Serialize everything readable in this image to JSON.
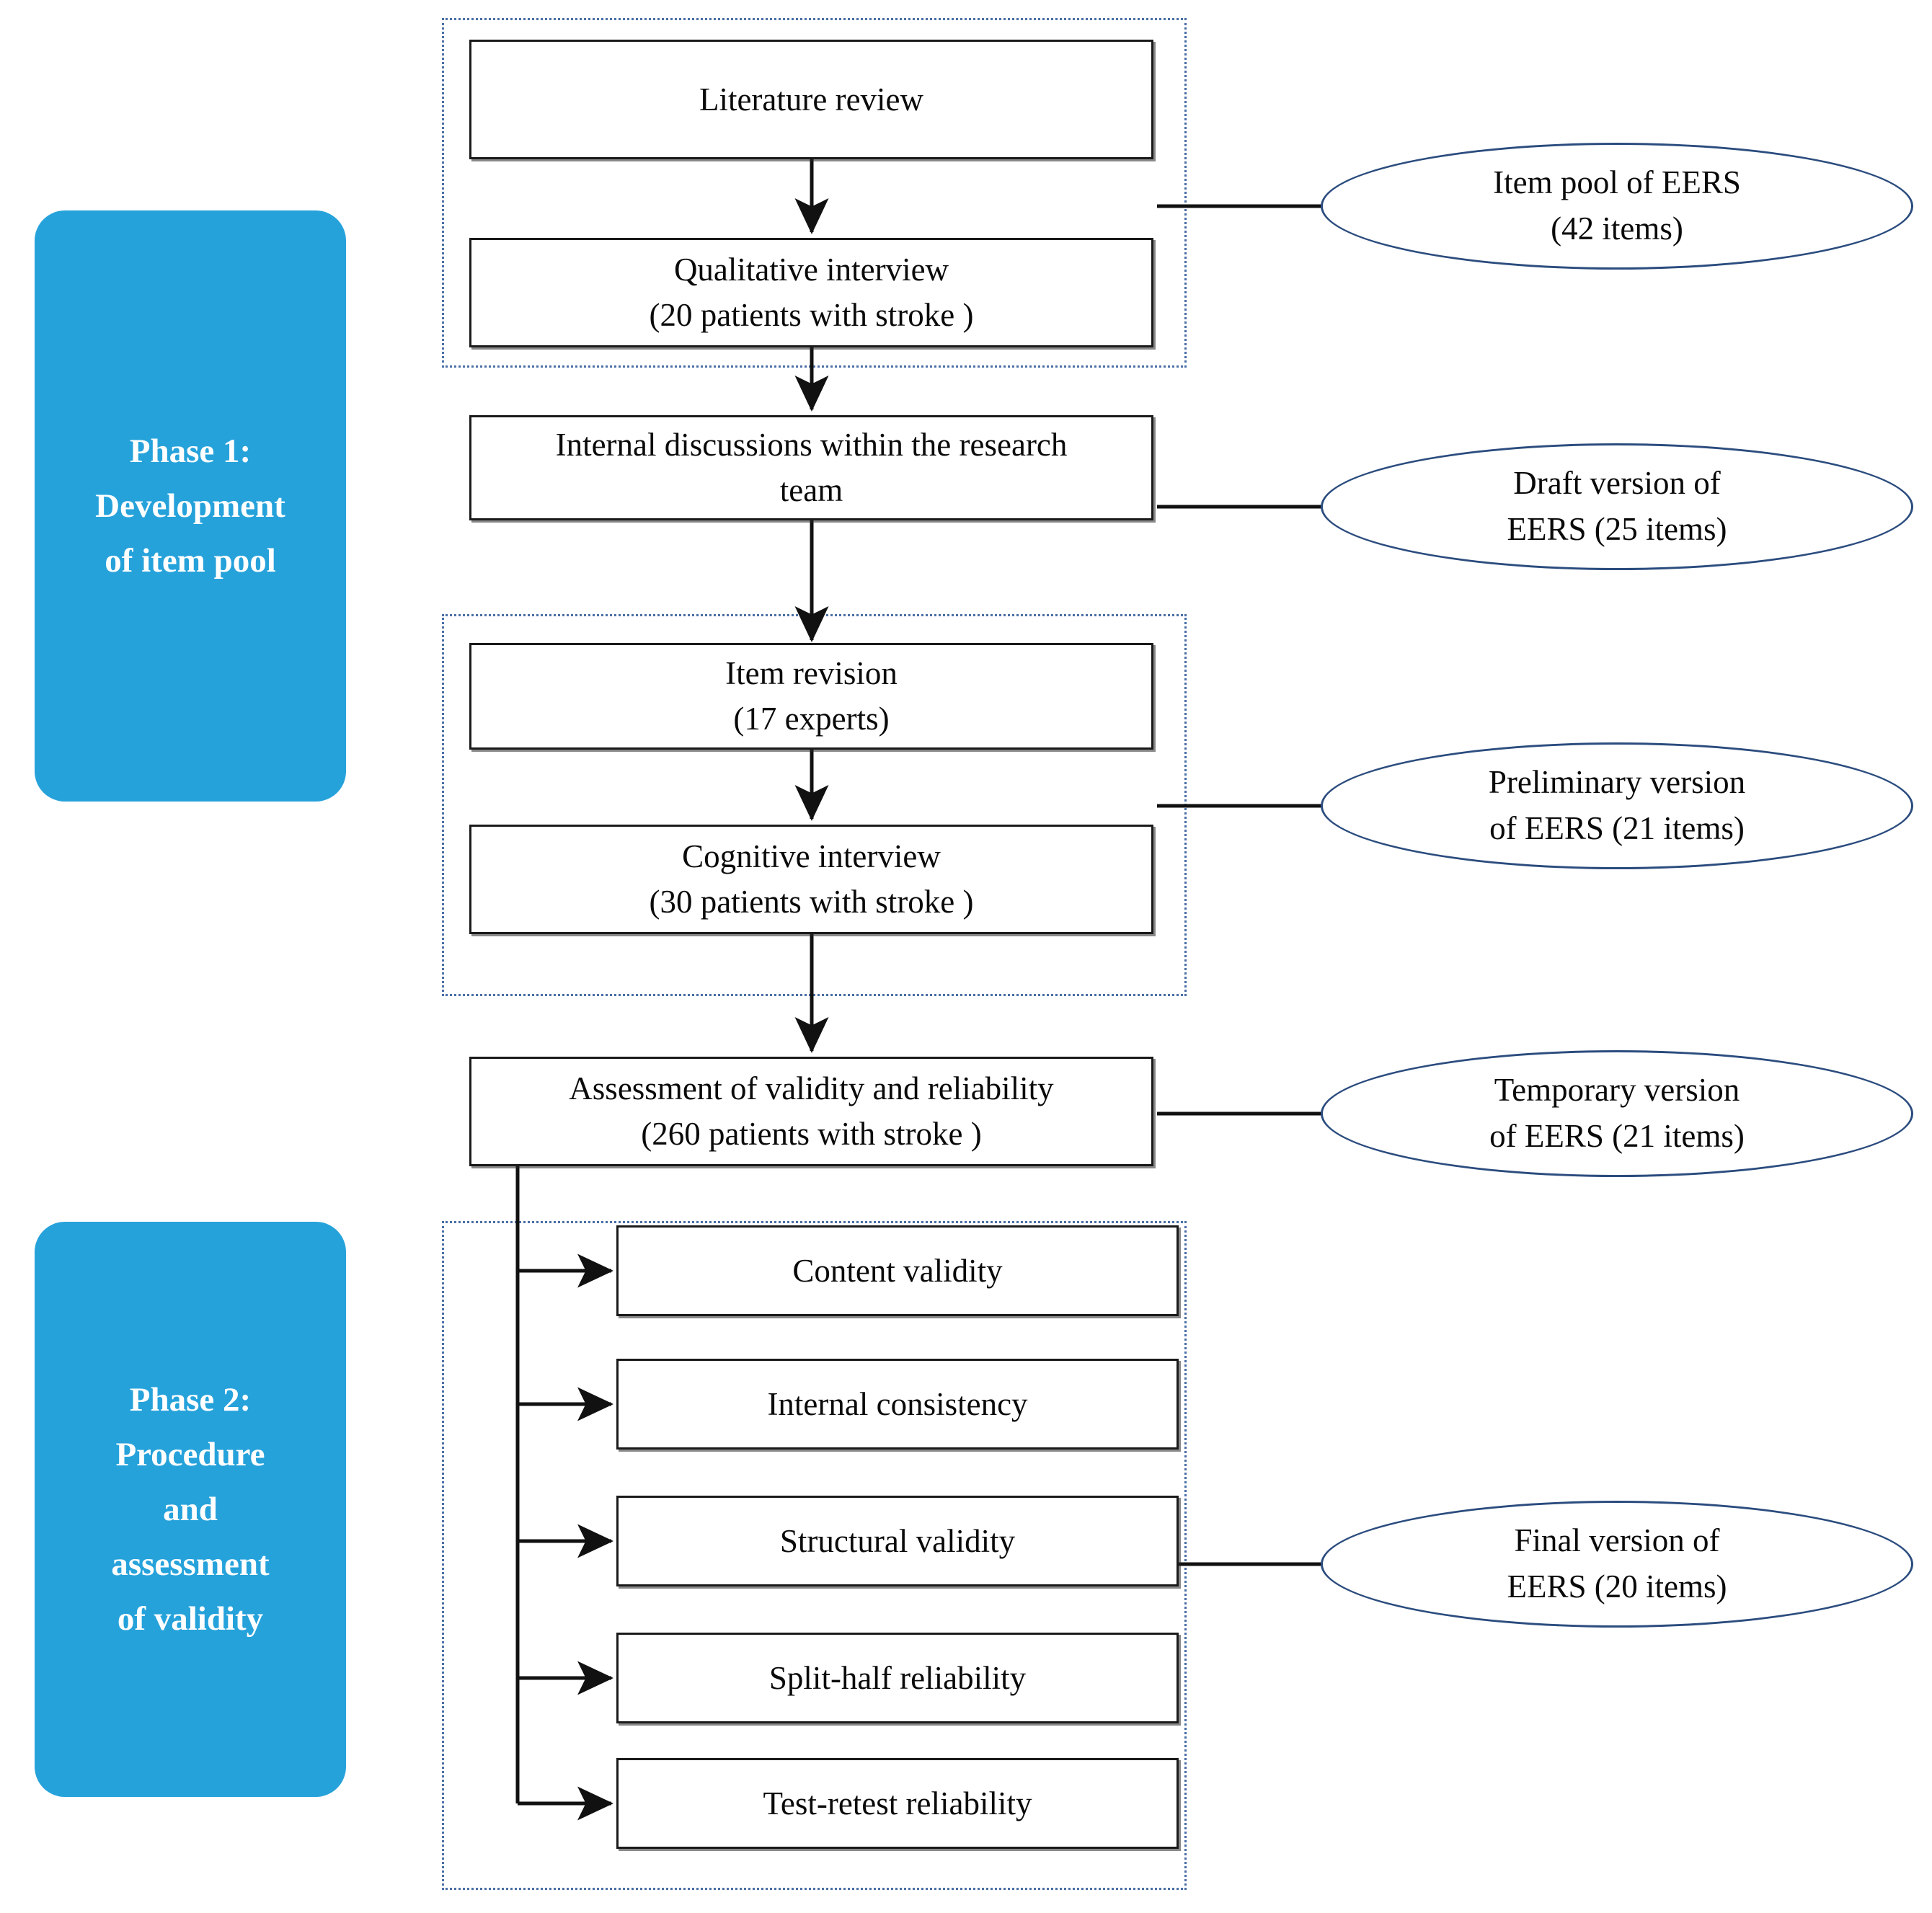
{
  "figure": {
    "type": "flowchart",
    "title": "EERS scale development and validation flowchart",
    "accent_blue": "#26A2DB",
    "ellipse_stroke": "#2B4C7E",
    "dotted_stroke": "#4A6FA5",
    "box_stroke": "#1a1a1a"
  },
  "phases": [
    {
      "id": "phase-1",
      "lines": [
        "Phase 1:",
        "Development",
        "of item pool"
      ]
    },
    {
      "id": "phase-2",
      "lines": [
        "Phase 2:",
        "Procedure",
        "and",
        "assessment",
        "of validity"
      ]
    }
  ],
  "process_boxes": [
    {
      "id": "literature-review",
      "lines": [
        "Literature review"
      ]
    },
    {
      "id": "qualitative-interview",
      "lines": [
        "Qualitative interview",
        "(20 patients with stroke )"
      ]
    },
    {
      "id": "internal-discussions",
      "lines": [
        "Internal discussions within the research",
        "team"
      ]
    },
    {
      "id": "item-revision",
      "lines": [
        "Item revision",
        "(17 experts)"
      ]
    },
    {
      "id": "cognitive-interview",
      "lines": [
        "Cognitive  interview",
        "(30 patients with stroke )"
      ]
    },
    {
      "id": "assessment",
      "lines": [
        "Assessment  of validity and reliability",
        "(260 patients with stroke )"
      ]
    },
    {
      "id": "content-validity",
      "lines": [
        "Content  validity"
      ]
    },
    {
      "id": "internal-consistency",
      "lines": [
        "Internal consistency"
      ]
    },
    {
      "id": "structural-validity",
      "lines": [
        "Structural validity"
      ]
    },
    {
      "id": "split-half-reliability",
      "lines": [
        "Split-half reliability"
      ]
    },
    {
      "id": "test-retest-reliability",
      "lines": [
        "Test-retest  reliability"
      ]
    }
  ],
  "ellipses": [
    {
      "id": "item-pool",
      "lines": [
        "Item pool of EERS",
        "(42 items)"
      ]
    },
    {
      "id": "draft-version",
      "lines": [
        "Draft version of",
        "EERS (25 items)"
      ]
    },
    {
      "id": "preliminary",
      "lines": [
        "Preliminary version",
        "of EERS (21 items)"
      ]
    },
    {
      "id": "temporary",
      "lines": [
        "Temporary version",
        "of EERS (21 items)"
      ]
    },
    {
      "id": "final-version",
      "lines": [
        "Final  version of",
        "EERS (20 items)"
      ]
    }
  ]
}
